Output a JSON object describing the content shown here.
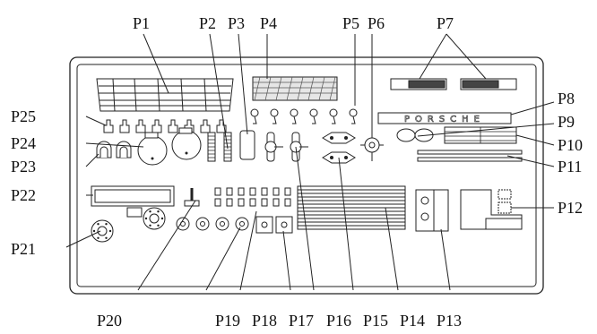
{
  "diagram": {
    "labels": [
      "P1",
      "P2",
      "P3",
      "P4",
      "P5",
      "P6",
      "P7",
      "P8",
      "P9",
      "P10",
      "P11",
      "P12",
      "P13",
      "P14",
      "P15",
      "P16",
      "P17",
      "P18",
      "P19",
      "P20",
      "P21",
      "P22",
      "P23",
      "P24",
      "P25"
    ],
    "sheet_text": "PORSCHE"
  }
}
